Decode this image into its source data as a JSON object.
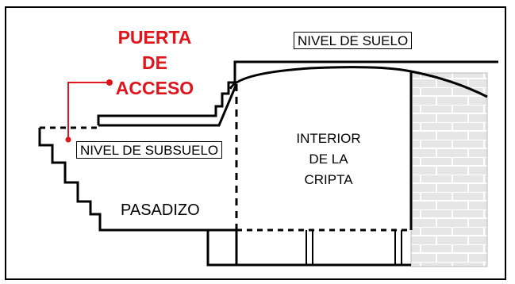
{
  "labels": {
    "access_door_line1": "PUERTA",
    "access_door_line2": "DE",
    "access_door_line3": "ACCESO",
    "ground_level": "NIVEL DE SUELO",
    "subsoil_level": "NIVEL DE SUBSUELO",
    "crypt_line1": "INTERIOR",
    "crypt_line2": "DE LA",
    "crypt_line3": "CRIPTA",
    "passage": "PASADIZO"
  },
  "colors": {
    "line": "#000000",
    "accent": "#e1141c",
    "brick_wall": "#e6e6e6",
    "brick_mortar": "#ffffff"
  },
  "icons": {
    "callout_dot": "callout-dot-icon"
  }
}
